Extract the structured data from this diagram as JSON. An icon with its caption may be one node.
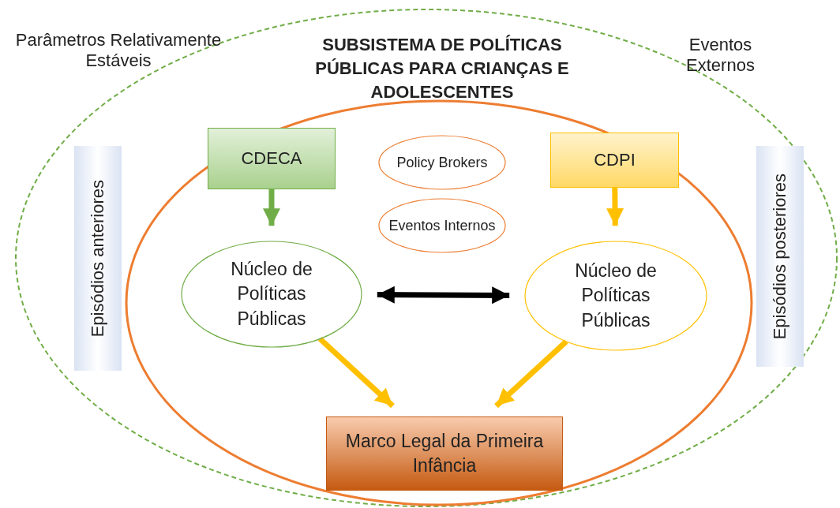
{
  "diagram": {
    "title": "SUBSISTEMA DE POLÍTICAS PÚBLICAS PARA CRIANÇAS E ADOLESCENTES",
    "nodes": [
      {
        "text": [],
        "shape": "ellipse"
      },
      {
        "text": [],
        "shape": "ellipse",
        "in": 0
      },
      {
        "text": [
          "Episódios anteriores"
        ],
        "in": 0
      },
      {
        "text": [
          "CDECA"
        ],
        "in": 1
      },
      {
        "text": [
          "Policy Brokers"
        ],
        "in": 1
      },
      {
        "text": [
          "Eventos Internos"
        ],
        "in": 1
      },
      {
        "text": [
          "CDPI"
        ],
        "in": 1
      },
      {
        "text": [
          "Núcleo de Políticas Públicas"
        ],
        "in": 1
      },
      {
        "text": [
          "Núcleo de Políticas Públicas"
        ],
        "in": 1
      },
      {
        "text": [
          "Marco Legal da Primeira Infância"
        ],
        "in": 1
      },
      {
        "text": [
          "Episódios posteriores"
        ],
        "in": 0
      }
    ],
    "edges": [
      {
        "from": 3,
        "to": 7,
        "arrow": "to",
        "color": "#70ad47"
      },
      {
        "from": 6,
        "to": 8,
        "arrow": "to",
        "color": "#ffc000"
      },
      {
        "from": 7,
        "to": 8,
        "arrow": "both",
        "color": "#000000"
      },
      {
        "from": 7,
        "to": 9,
        "arrow": "to",
        "color": "#ffc000"
      },
      {
        "from": 8,
        "to": 9,
        "arrow": "to",
        "color": "#ffc000"
      }
    ],
    "labels": [
      "Parâmetros Relativamente Estáveis",
      "Eventos Externos"
    ]
  }
}
